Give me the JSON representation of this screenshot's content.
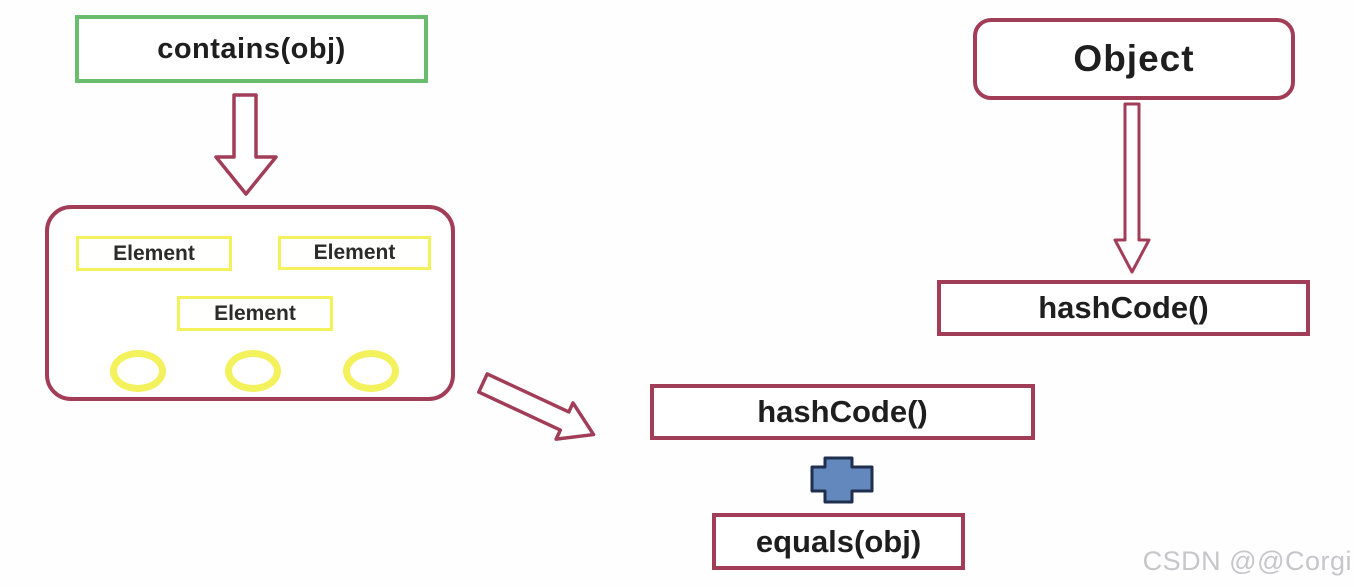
{
  "diagram": {
    "title_context": "contains(obj) lookup uses hashCode() and equals(obj)",
    "nodes": {
      "contains": "contains(obj)",
      "object": "Object",
      "hashcode_left": "hashCode()",
      "hashcode_right": "hashCode()",
      "equals": "equals(obj)"
    },
    "collection": {
      "elements": [
        "Element",
        "Element",
        "Element"
      ],
      "bucket_count": 3
    },
    "icons": {
      "down-arrow-left": "hollow-outline-arrow-down",
      "down-arrow-right": "hollow-outline-arrow-down",
      "diagonal-arrow": "hollow-outline-arrow-down-right",
      "plus": "filled-cross-plus"
    },
    "watermark": "CSDN @@Corgi",
    "colors": {
      "bg": "#fefefe",
      "green": "#6abd6e",
      "maroon": "#a23d58",
      "yellow": "#f3f15c",
      "blue_fill": "#6288bd",
      "blue_border": "#1f2f4d",
      "text": "#1e1e1e",
      "watermark_gray": "#c6c6cb"
    }
  }
}
